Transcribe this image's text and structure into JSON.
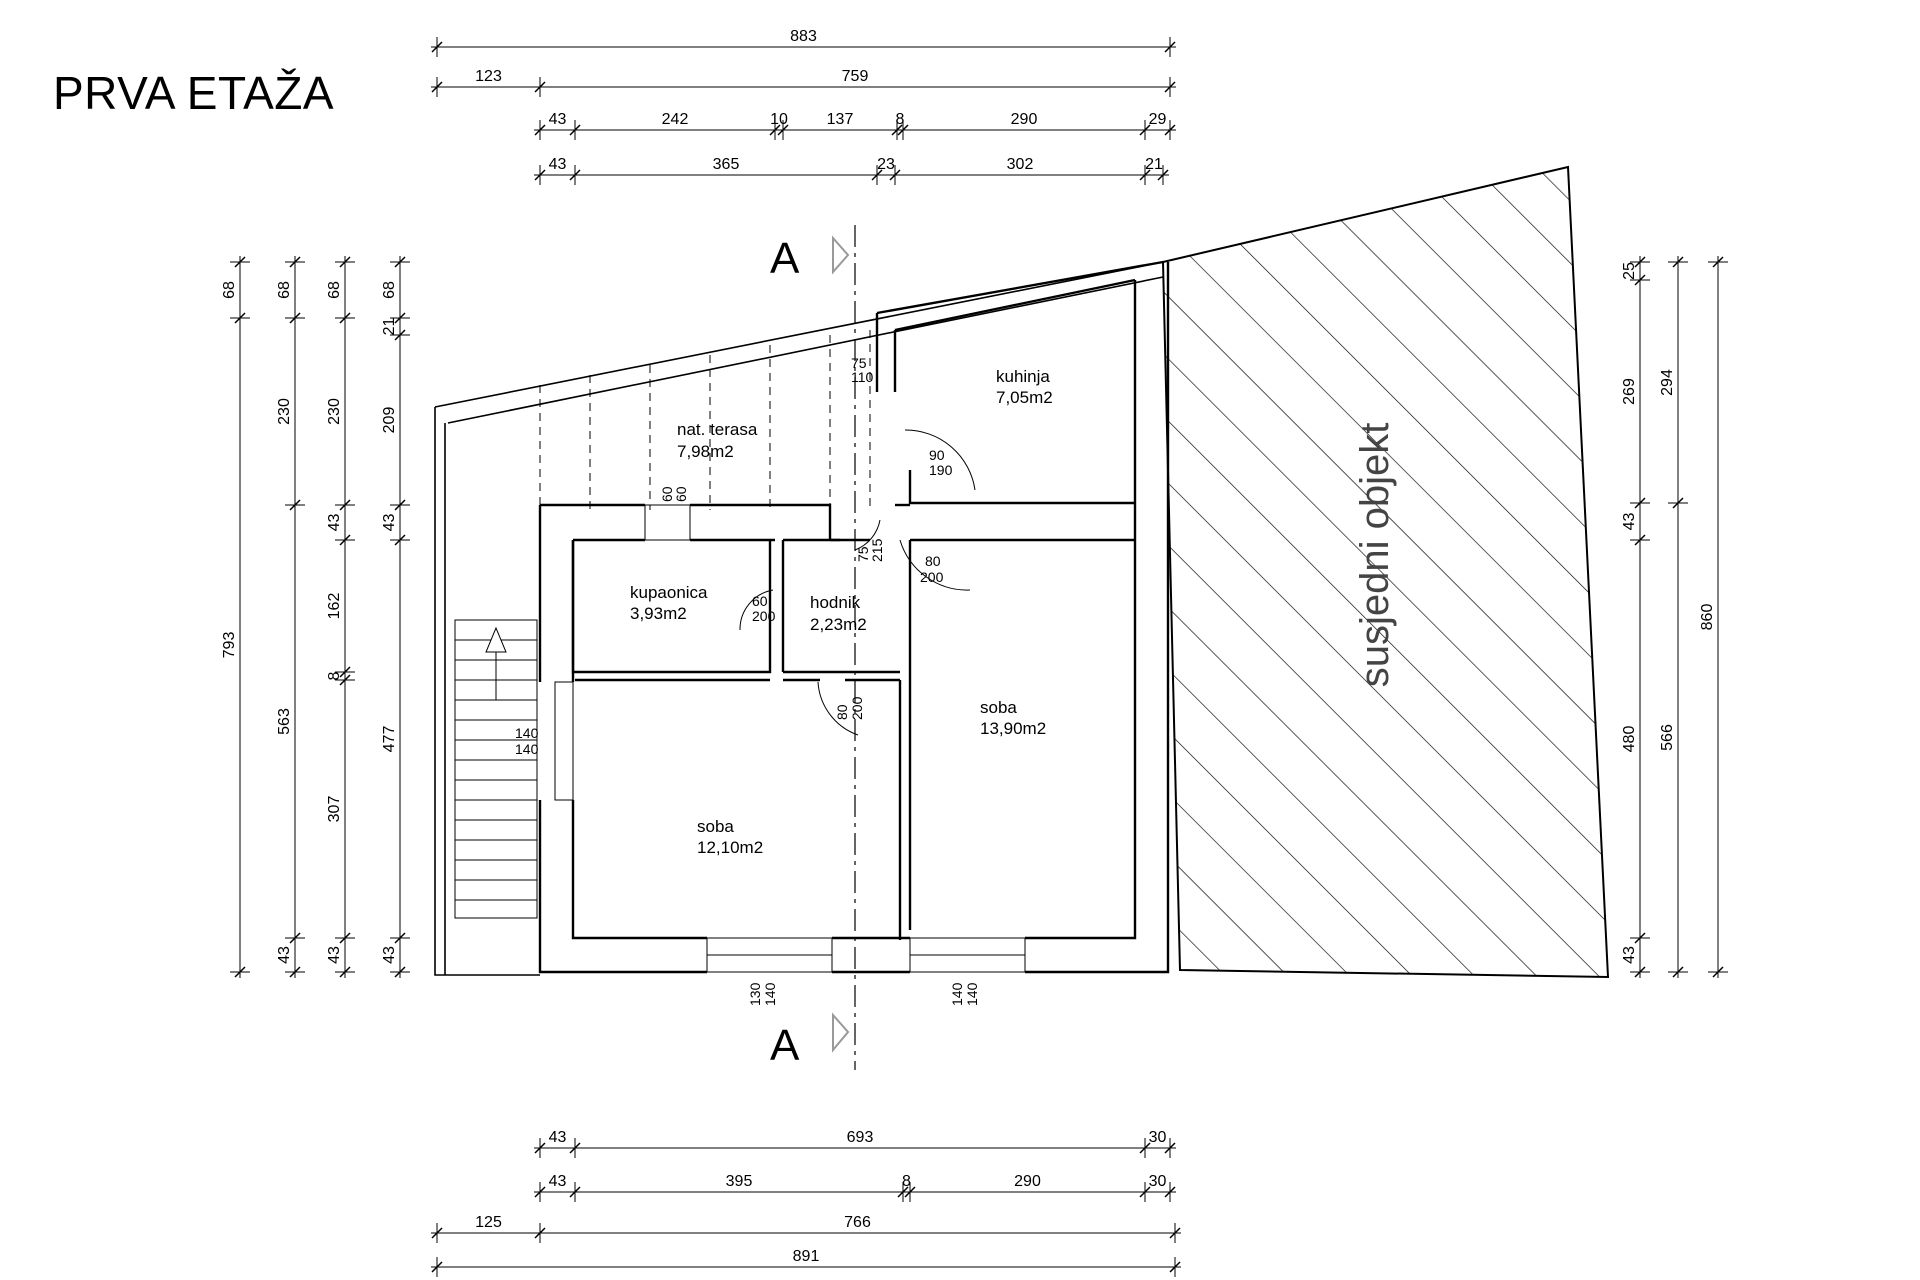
{
  "title": "PRVA ETAŽA",
  "rooms": [
    {
      "name": "nat. terasa",
      "area": "7,98m2"
    },
    {
      "name": "kuhinja",
      "area": "7,05m2"
    },
    {
      "name": "kupaonica",
      "area": "3,93m2"
    },
    {
      "name": "hodnik",
      "area": "2,23m2"
    },
    {
      "name": "soba",
      "area": "13,90m2"
    },
    {
      "name": "soba",
      "area": "12,10m2"
    }
  ],
  "neighbor_label": "susjedni objekt",
  "section_marker": "A",
  "doors": {
    "d1": [
      "75",
      "110"
    ],
    "d2": [
      "90",
      "190"
    ],
    "d3": [
      "60",
      "60"
    ],
    "d4": [
      "75",
      "215"
    ],
    "d5": [
      "80",
      "200"
    ],
    "d6": [
      "60",
      "200"
    ],
    "d7": [
      "80",
      "200"
    ],
    "d8": [
      "140",
      "140"
    ],
    "d9": [
      "130",
      "140"
    ],
    "d10": [
      "140",
      "140"
    ]
  },
  "dims_top": {
    "r1": [
      "883"
    ],
    "r2": [
      "123",
      "759"
    ],
    "r3": [
      "43",
      "242",
      "10",
      "137",
      "8",
      "290",
      "29"
    ],
    "r4": [
      "43",
      "365",
      "23",
      "302",
      "21"
    ]
  },
  "dims_bottom": {
    "r1": [
      "43",
      "693",
      "30"
    ],
    "r2": [
      "43",
      "395",
      "8",
      "290",
      "30"
    ],
    "r3": [
      "125",
      "766"
    ],
    "r4": [
      "891"
    ]
  },
  "dims_left": {
    "c1": [
      "68",
      "793"
    ],
    "c2": [
      "68",
      "230",
      "563",
      "43"
    ],
    "c3": [
      "68",
      "230",
      "43",
      "162",
      "8",
      "307",
      "43"
    ],
    "c4": [
      "68",
      "21",
      "209",
      "43",
      "477",
      "43"
    ]
  },
  "dims_right": {
    "c1": [
      "25",
      "269",
      "43",
      "480",
      "43"
    ],
    "c2": [
      "294",
      "566"
    ],
    "c3": [
      "860"
    ]
  }
}
